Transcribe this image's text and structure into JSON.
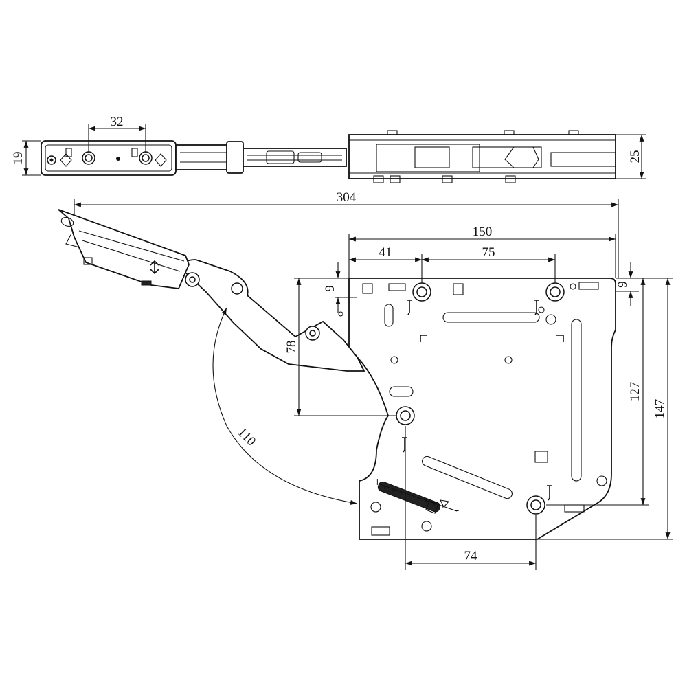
{
  "dimensions": {
    "top_spacing": "32",
    "top_height_left": "19",
    "top_height_right": "25",
    "overall_length": "304",
    "plate_width": "150",
    "hole_offset_left": "41",
    "hole_spacing": "75",
    "offset_9_left": "9",
    "offset_9_right": "9",
    "height_78": "78",
    "swing_radius": "110",
    "height_127": "127",
    "height_147": "147",
    "bottom_spacing": "74"
  },
  "adjuster_marks": {
    "plus": "+",
    "minus": "-"
  }
}
